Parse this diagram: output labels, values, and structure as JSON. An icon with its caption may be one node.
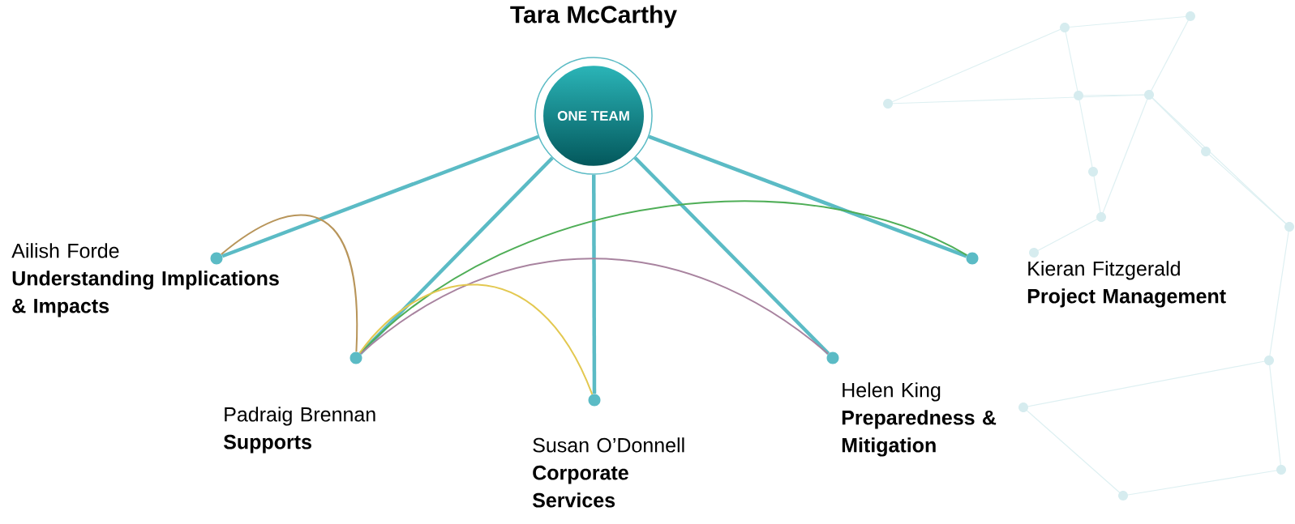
{
  "diagram": {
    "nodes": [
      {
        "text": [
          "Tara McCarthy",
          "ONE TEAM"
        ]
      },
      {
        "text": [],
        "shape": "circle",
        "beside": [
          "Ailish Forde",
          "Understanding Implications & Impacts"
        ]
      },
      {
        "text": [],
        "shape": "circle",
        "beside": [
          "Padraig Brennan",
          "Supports"
        ]
      },
      {
        "text": [],
        "shape": "circle",
        "beside": [
          "Susan O’Donnell",
          "Corporate Services"
        ]
      },
      {
        "text": [],
        "shape": "circle",
        "beside": [
          "Helen King",
          "Preparedness & Mitigation"
        ]
      },
      {
        "text": [],
        "shape": "circle",
        "beside": [
          "Kieran Fitzgerald",
          "Project Management"
        ]
      }
    ],
    "edges": [
      {
        "from": 0,
        "to": 1,
        "arrow": "none"
      },
      {
        "from": 0,
        "to": 2,
        "arrow": "none"
      },
      {
        "from": 0,
        "to": 3,
        "arrow": "none"
      },
      {
        "from": 0,
        "to": 4,
        "arrow": "none"
      },
      {
        "from": 0,
        "to": 5,
        "arrow": "none"
      },
      {
        "from": 2,
        "to": 1,
        "arrow": "none",
        "color": "#b8955a"
      },
      {
        "from": 2,
        "to": 5,
        "arrow": "none",
        "color": "#4fae57"
      },
      {
        "from": 2,
        "to": 4,
        "arrow": "none",
        "color": "#a8839f"
      },
      {
        "from": 2,
        "to": 3,
        "arrow": "none",
        "color": "#e3c850"
      }
    ]
  }
}
